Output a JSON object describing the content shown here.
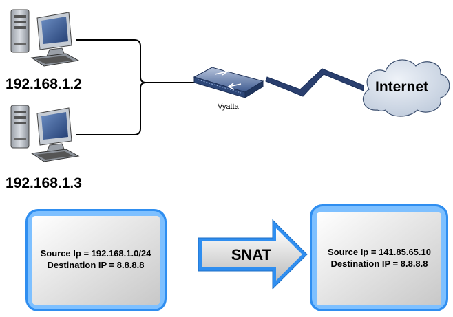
{
  "hosts": [
    {
      "ip": "192.168.1.2",
      "icon": "computer-icon"
    },
    {
      "ip": "192.168.1.3",
      "icon": "computer-icon"
    }
  ],
  "router": {
    "label": "Vyatta",
    "icon": "router-icon"
  },
  "internet": {
    "label": "Internet",
    "icon": "cloud-icon"
  },
  "before_box": {
    "line1": "Source Ip = 192.168.1.0/24",
    "line2": "Destination IP = 8.8.8.8"
  },
  "arrow": {
    "label": "SNAT"
  },
  "after_box": {
    "line1": "Source Ip = 141.85.65.10",
    "line2": "Destination IP = 8.8.8.8"
  },
  "colors": {
    "box_border": "#2f8ef0",
    "box_fill_light": "#ffffff",
    "box_fill_dark": "#cfcfcf",
    "arrow_border": "#2f8ef0",
    "cloud_fill": "#d3dce8",
    "link": "#1a2f5a"
  }
}
